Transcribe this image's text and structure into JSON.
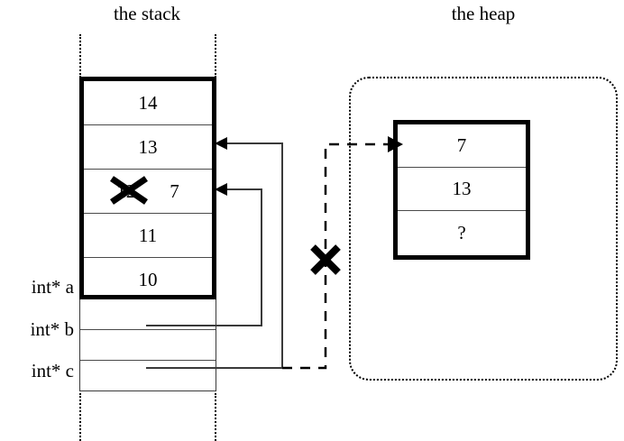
{
  "titles": {
    "stack": "the stack",
    "heap": "the heap"
  },
  "stack": {
    "array_cells": [
      {
        "value": "14"
      },
      {
        "value": "13"
      },
      {
        "value": "12",
        "struck": true,
        "new_value": "7"
      },
      {
        "value": "11"
      },
      {
        "value": "10"
      }
    ],
    "pointer_cells": [
      {
        "label": "int* a"
      },
      {
        "label": "int* b"
      },
      {
        "label": "int* c"
      }
    ]
  },
  "heap": {
    "cells": [
      {
        "value": "7"
      },
      {
        "value": "13"
      },
      {
        "value": "?"
      }
    ]
  },
  "annotations": {
    "invalid_pointer_mark": "X",
    "struck_value_mark": "X"
  },
  "colors": {
    "ink": "#000000",
    "thin_rule": "#4a4a4a",
    "background": "#ffffff"
  }
}
